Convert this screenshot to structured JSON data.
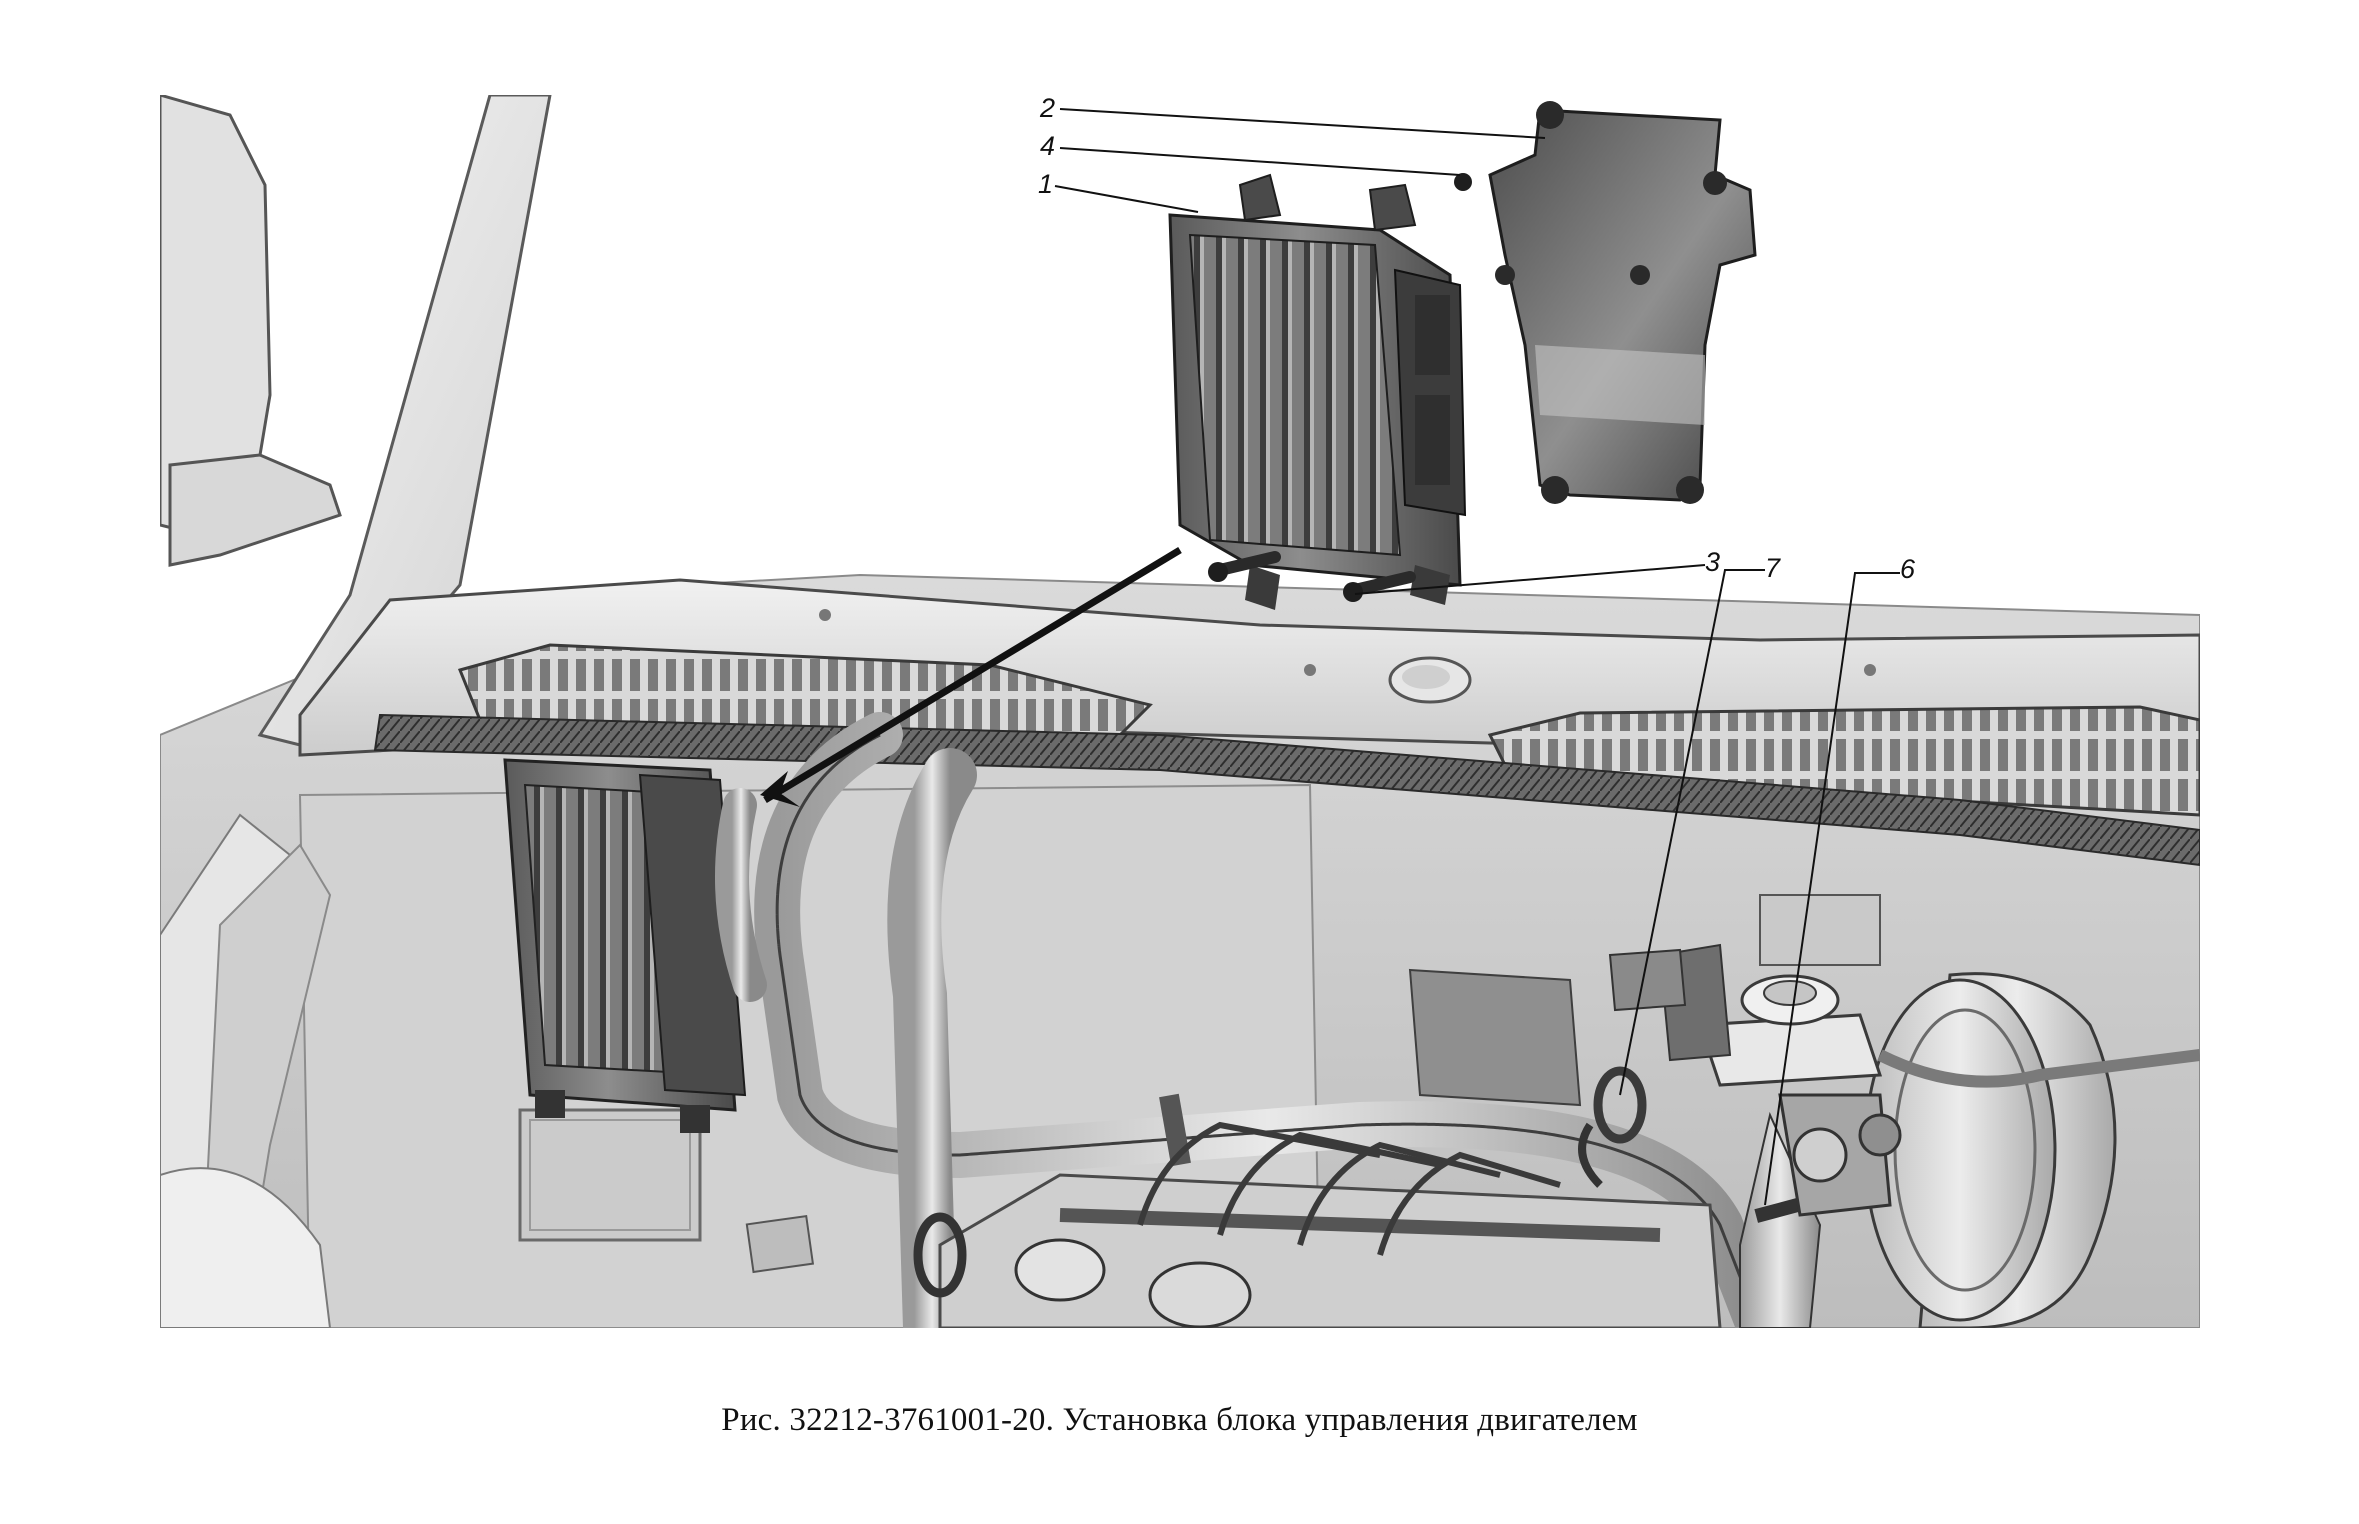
{
  "figure": {
    "callouts": [
      {
        "id": "callout-1",
        "label": "1"
      },
      {
        "id": "callout-2",
        "label": "2"
      },
      {
        "id": "callout-3",
        "label": "3"
      },
      {
        "id": "callout-4",
        "label": "4"
      },
      {
        "id": "callout-6",
        "label": "6"
      },
      {
        "id": "callout-7",
        "label": "7"
      }
    ],
    "colors": {
      "background": "#ffffff",
      "panel_light": "#e4e4e4",
      "panel_mid": "#b9b9b9",
      "panel_dark": "#5c5c5c",
      "outline": "#3a3a3a",
      "leader": "#111111"
    }
  },
  "caption": {
    "text": "Рис. 32212-3761001-20. Установка блока управления двигателем"
  }
}
